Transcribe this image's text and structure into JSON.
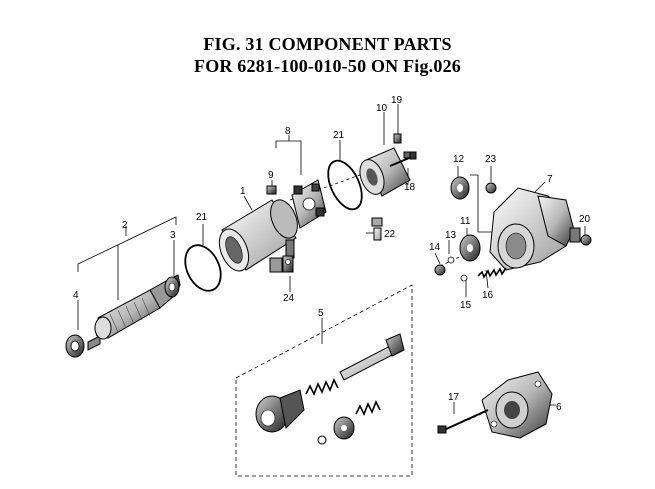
{
  "figure": {
    "title_line1": "FIG. 31  COMPONENT PARTS",
    "title_line2": "FOR 6281-100-010-50 ON Fig.026"
  },
  "callouts": [
    "1",
    "2",
    "3",
    "4",
    "5",
    "6",
    "7",
    "8",
    "9",
    "10",
    "11",
    "12",
    "13",
    "14",
    "15",
    "16",
    "17",
    "18",
    "19",
    "20",
    "21",
    "21",
    "22",
    "23",
    "24"
  ]
}
